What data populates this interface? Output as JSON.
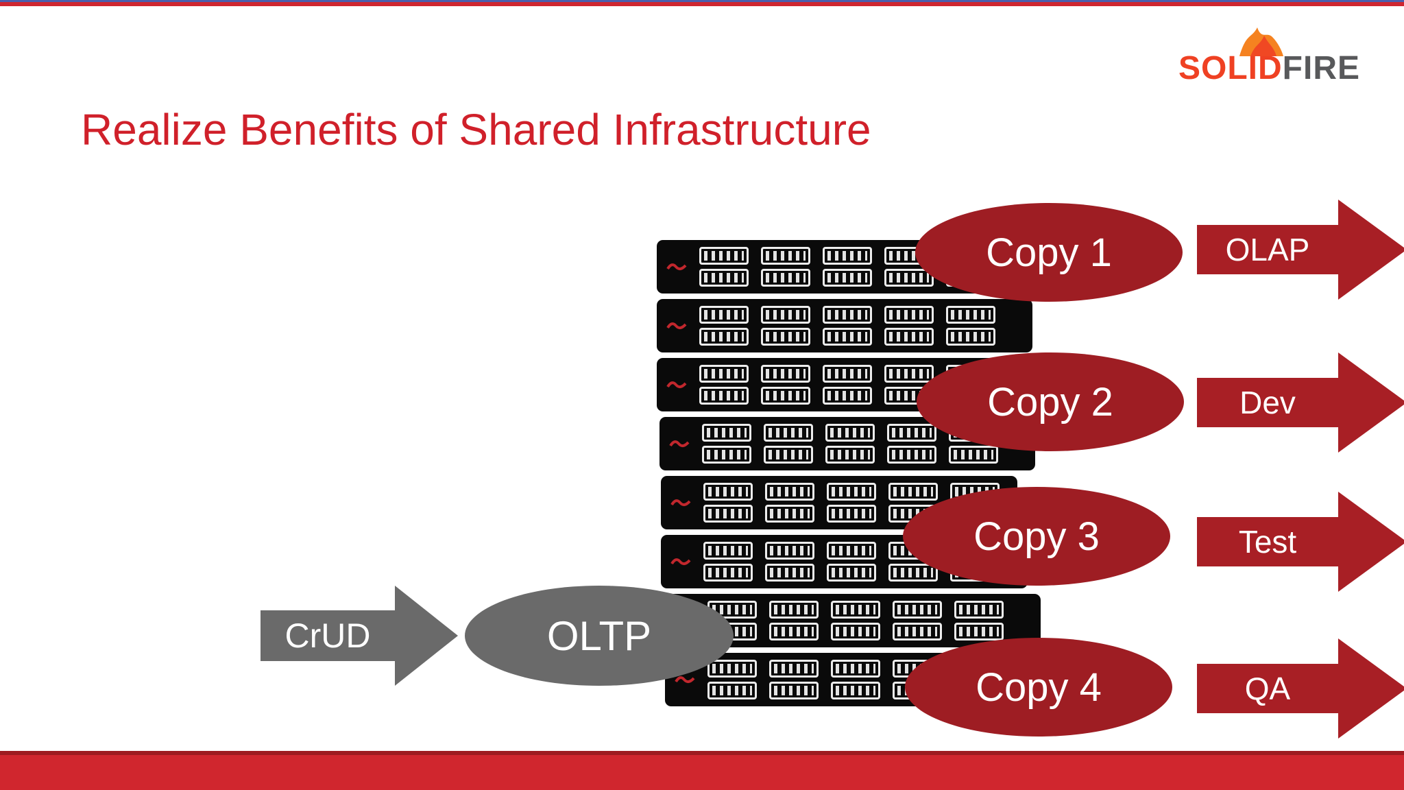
{
  "slide": {
    "title": "Realize Benefits of Shared Infrastructure",
    "logo": {
      "solid": "SOLID",
      "fire": "FIRE"
    }
  },
  "flow": {
    "input_label": "CrUD",
    "source_label": "OLTP"
  },
  "copies": [
    {
      "label": "Copy 1",
      "target": "OLAP"
    },
    {
      "label": "Copy 2",
      "target": "Dev"
    },
    {
      "label": "Copy 3",
      "target": "Test"
    },
    {
      "label": "Copy 4",
      "target": "QA"
    }
  ],
  "infrastructure": {
    "server_count": 8,
    "drive_rows_per_server": 2,
    "drives_per_row": 5
  },
  "colors": {
    "title_red": "#d0202a",
    "copy_ellipse_red": "#9e1d23",
    "arrow_red": "#a81f25",
    "gray": "#6a6a6a",
    "footer_red": "#d0262e",
    "logo_solid": "#ef4123",
    "logo_fire": "#58595b",
    "flame_orange": "#f58220",
    "server_black": "#0a0a0a"
  }
}
